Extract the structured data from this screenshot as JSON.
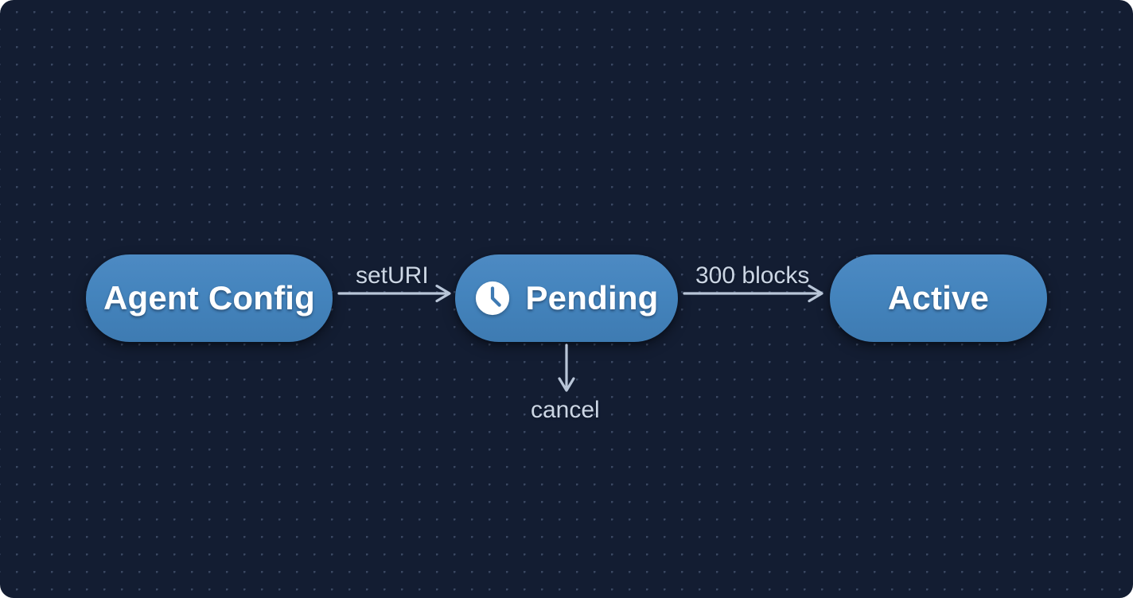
{
  "diagram": {
    "type": "state-machine-flow",
    "background_color": "#131d32",
    "dot_color": "#3a4761",
    "node_color": "#4484bd",
    "edge_color": "#b9c6d8",
    "label_color": "#ccd6e4",
    "nodes": [
      {
        "id": "agent-config",
        "label": "Agent Config",
        "icon": null
      },
      {
        "id": "pending",
        "label": "Pending",
        "icon": "clock-icon"
      },
      {
        "id": "active",
        "label": "Active",
        "icon": null
      }
    ],
    "edges": [
      {
        "id": "seturi",
        "label": "setURI",
        "from": "agent-config",
        "to": "pending",
        "direction": "right"
      },
      {
        "id": "300blocks",
        "label": "300 blocks",
        "from": "pending",
        "to": "active",
        "direction": "right"
      },
      {
        "id": "cancel",
        "label": "cancel",
        "from": "pending",
        "to": null,
        "direction": "down"
      }
    ]
  }
}
